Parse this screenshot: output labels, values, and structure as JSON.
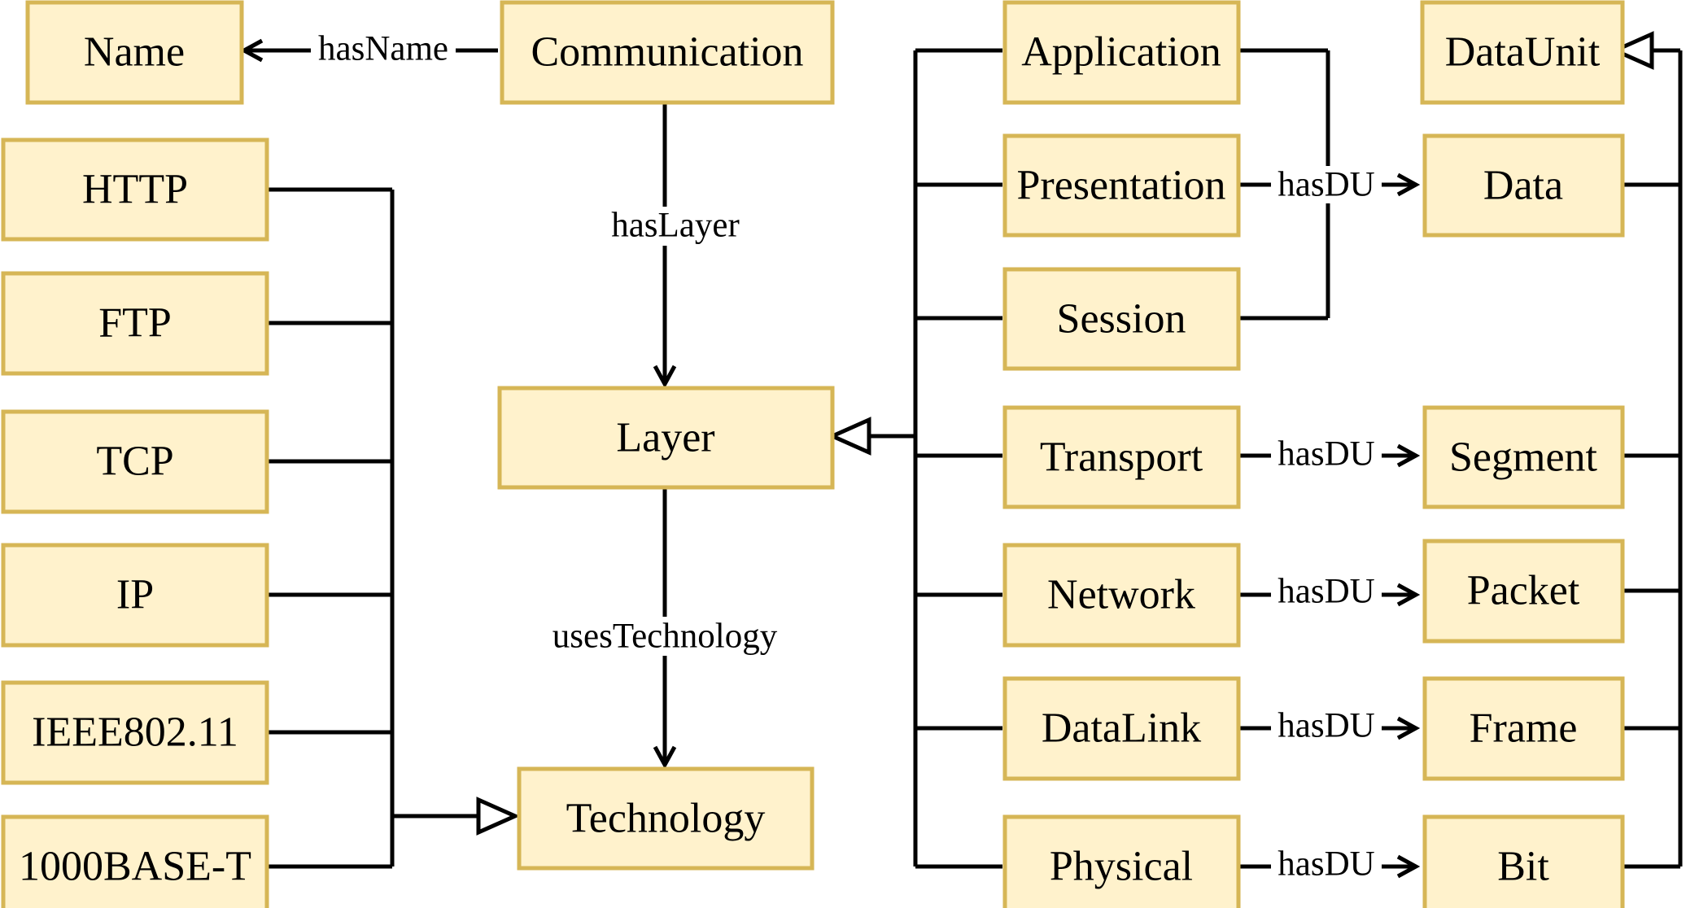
{
  "nodes": {
    "name": "Name",
    "communication": "Communication",
    "layer": "Layer",
    "technology": "Technology",
    "http": "HTTP",
    "ftp": "FTP",
    "tcp": "TCP",
    "ip": "IP",
    "ieee80211": "IEEE802.11",
    "base1000t": "1000BASE-T",
    "application": "Application",
    "presentation": "Presentation",
    "session": "Session",
    "transport": "Transport",
    "network": "Network",
    "datalink": "DataLink",
    "physical": "Physical",
    "dataunit": "DataUnit",
    "data": "Data",
    "segment": "Segment",
    "packet": "Packet",
    "frame": "Frame",
    "bit": "Bit"
  },
  "edges": {
    "has_name": "hasName",
    "has_layer": "hasLayer",
    "uses_technology": "usesTechnology",
    "has_du_presentation": "hasDU",
    "has_du_transport": "hasDU",
    "has_du_network": "hasDU",
    "has_du_datalink": "hasDU",
    "has_du_physical": "hasDU"
  },
  "colors": {
    "node_fill": "#fff2cc",
    "node_stroke": "#d6b656",
    "line": "#000000"
  }
}
